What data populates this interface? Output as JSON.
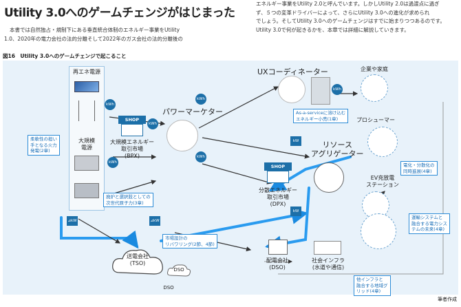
{
  "title": "Utility 3.0へのゲームチェンジがはじまった",
  "intro_left": [
    "本書では自然独占・規制下にある垂直統合体制のエネルギー事業をUtility",
    "1.0、2020年の電力会社の法的分離そして2022年のガス会社の法的分離後の"
  ],
  "intro_right": [
    "エネルギー事業をUtility 2.0と呼んでいます。しかしUtility 2.0は過渡点に過ぎ",
    "ず、５つの変革ドライバーによって、さらにUtility 3.0への進化が求められ",
    "でしょう。そしてUtility 3.0へのゲームチェンジはすでに始まりつつあるのです。",
    "Utility 3.0で何が起きるかを、本章では詳細に解説していきます。"
  ],
  "figure_label": "図16　Utility 3.0へのゲームチェンジで起こること",
  "credit": "筆者作成",
  "diagram": {
    "renewable_label": "再エネ電源",
    "large_label": [
      "大規模",
      "電源"
    ],
    "pm_label": "パワーマーケター",
    "bpx_label": [
      "大規模エネルギー",
      "取引市場",
      "(BPX)"
    ],
    "ux_label": "UXコーディネーター",
    "company_label": "企業や家庭",
    "prosumer_label": "プロシューマー",
    "ev_label": [
      "EV充放電",
      "ステーション"
    ],
    "ra_label": [
      "リソース",
      "アグリゲーター"
    ],
    "dpx_label": [
      "分散エネルギー",
      "取引市場",
      "(DPX)"
    ],
    "tso_label": [
      "送電会社",
      "(TSO)"
    ],
    "dso_label": [
      "配電会社",
      "(DSO)"
    ],
    "dso_cloud": "DSO",
    "dso_plain": "DSO",
    "infra_label": [
      "社会インフラ",
      "(水道や通信)"
    ],
    "shop": "SHOP",
    "kwh": "kWh",
    "kw": "kW",
    "dkw": "⊿kW",
    "callouts": {
      "flex": [
        "柔軟性の担い",
        "手となる火力",
        "発電(2章)"
      ],
      "nuclear": [
        "廃炉と選択肢としての",
        "次世代原子力(3章)"
      ],
      "aas": [
        "As-a-serviceに溶け込む",
        "エネルギー小売(1章)"
      ],
      "elec": [
        "電化・分散化の",
        "同時進展(4章)"
      ],
      "market": [
        "市場設計の",
        "リバワリング(2節、4節)"
      ],
      "ops": [
        "運輸システムと",
        "融合する電力シス",
        "テムの未来(4章)"
      ],
      "infra": [
        "他インフラと",
        "融合する地域グ",
        "リッド(4章)"
      ]
    }
  }
}
